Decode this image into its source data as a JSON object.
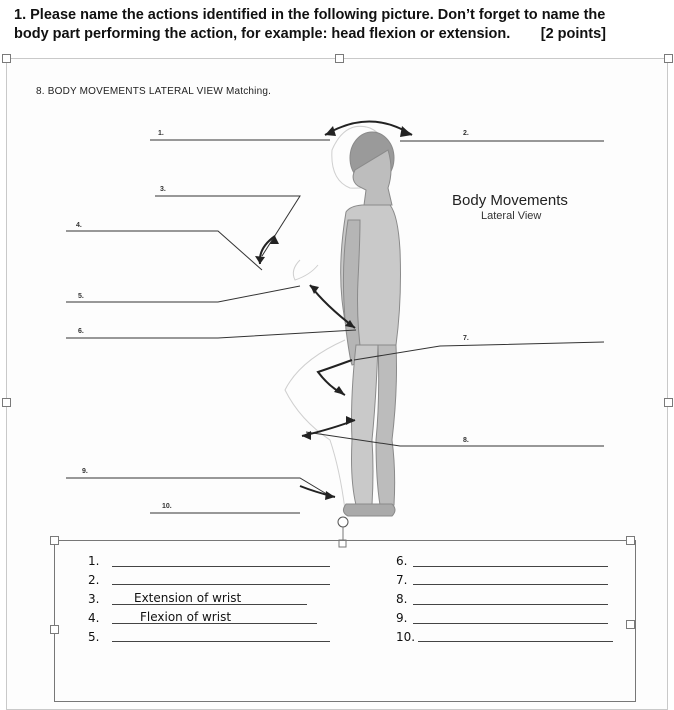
{
  "question": {
    "line1": "1. Please name the actions identified in the following picture.   Don’t forget to name the",
    "line2": "body part performing the action, for example: head flexion or extension.",
    "points": "[2 points]"
  },
  "worksheet": {
    "title": "8. BODY MOVEMENTS LATERAL VIEW Matching.",
    "diagram_title": "Body Movements",
    "diagram_subtitle": "Lateral View",
    "labels": [
      "1.",
      "2.",
      "3.",
      "4.",
      "5.",
      "6.",
      "7.",
      "8.",
      "9.",
      "10."
    ]
  },
  "answers": {
    "left": [
      {
        "num": "1.",
        "text": ""
      },
      {
        "num": "2.",
        "text": ""
      },
      {
        "num": "3.",
        "text": "Extension of wrist"
      },
      {
        "num": "4.",
        "text": "Flexion of wrist"
      },
      {
        "num": "5.",
        "text": ""
      }
    ],
    "right": [
      {
        "num": "6.",
        "text": ""
      },
      {
        "num": "7.",
        "text": ""
      },
      {
        "num": "8.",
        "text": ""
      },
      {
        "num": "9.",
        "text": ""
      },
      {
        "num": "10.",
        "text": ""
      }
    ]
  }
}
